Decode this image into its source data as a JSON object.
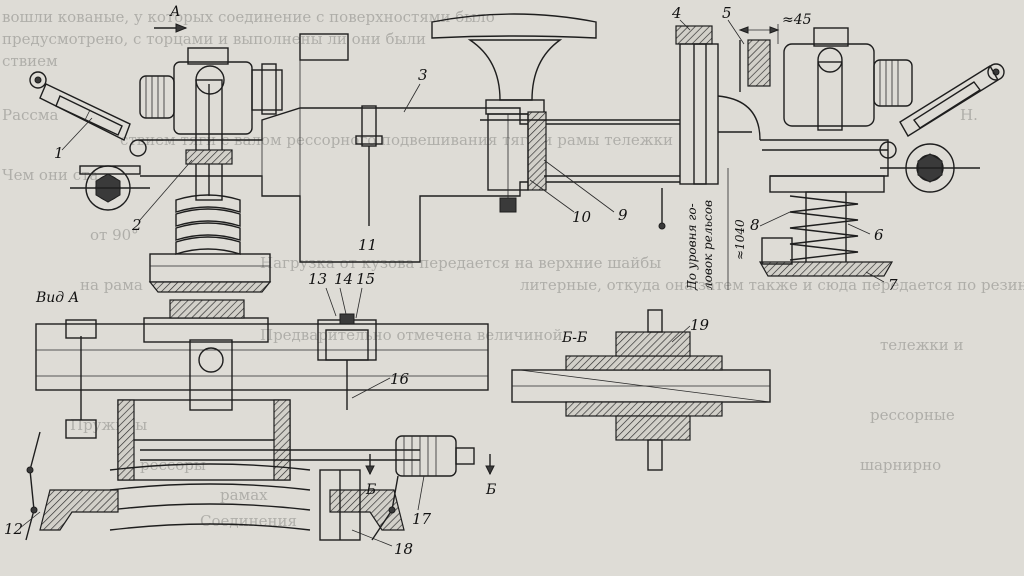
{
  "figure": {
    "view_labels": {
      "arrow_a": "А",
      "view_a": "Вид А",
      "section": "Б-Б",
      "cut_mark_b1": "Б",
      "cut_mark_b2": "Б",
      "dimension": "≈45",
      "rail_head_note": "До уровня го-",
      "rail_head_note_2": "ловок рельсов",
      "height_value": "≈1040"
    },
    "callouts": [
      "1",
      "2",
      "3",
      "4",
      "5",
      "6",
      "7",
      "8",
      "9",
      "10",
      "11",
      "12",
      "13",
      "14",
      "15",
      "16",
      "17",
      "18",
      "19"
    ],
    "background_text_lines": [
      "вошли кованые, у которых соединение с поверхностями было",
      "предусмотрено, с торцами и выполнены ли они были",
      "ствием",
      "ствием тяги с валом рессорного подвешивания тяги и рамы тележки",
      "Рассма",
      "Чем они ста",
      "Н.",
      "от 90°",
      "Нагрузка от кузова передается на верхние шайбы",
      "литерные, откуда она затем также и сюда передается по резиновым",
      "на рама",
      "Предварительно отмечена величиной",
      "тележки и",
      "рессорные",
      "шарнирно",
      "рессоры",
      "Пружины",
      "рамах",
      "Соединения"
    ]
  }
}
